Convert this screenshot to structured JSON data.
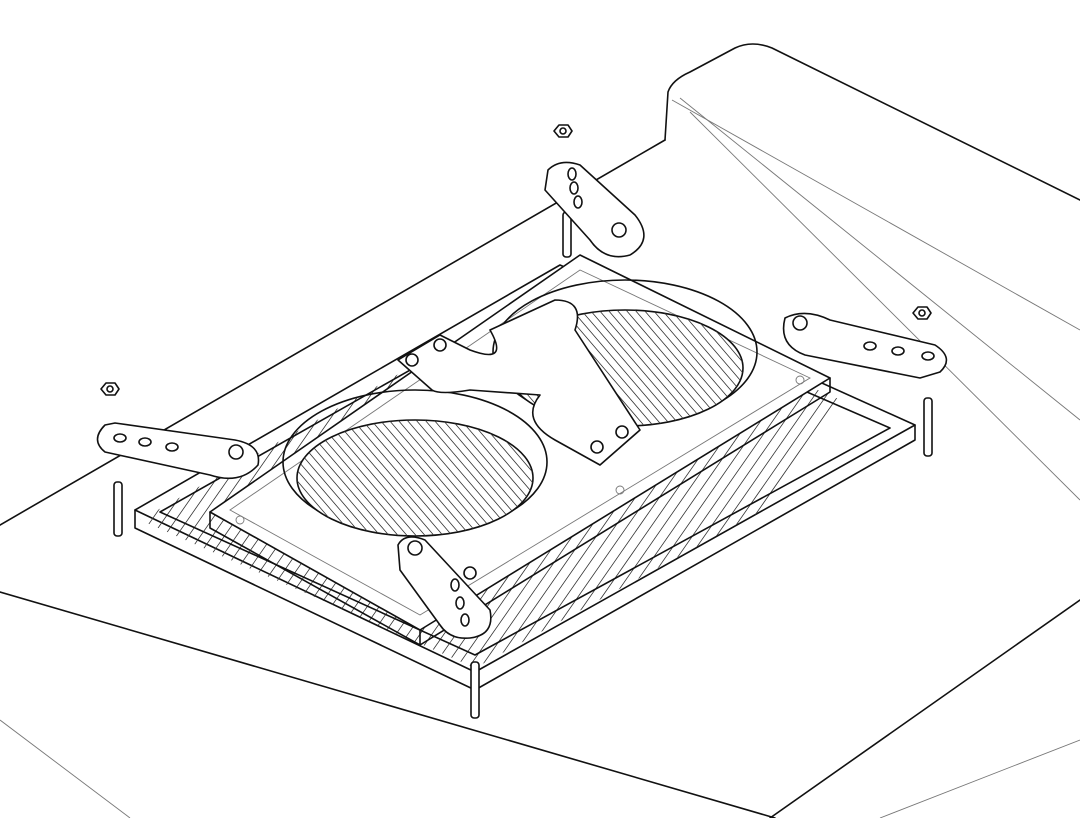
{
  "diagram": {
    "style": "isometric exploded line drawing",
    "line_color": "#111111",
    "background_color": "#ffffff",
    "parts": [
      "table-top",
      "radiator",
      "fan-frame",
      "fan-left",
      "fan-right",
      "center-plate",
      "bracket-arm-left",
      "bracket-arm-top",
      "bracket-arm-right",
      "bracket-arm-bottom",
      "nut",
      "standoff"
    ]
  }
}
